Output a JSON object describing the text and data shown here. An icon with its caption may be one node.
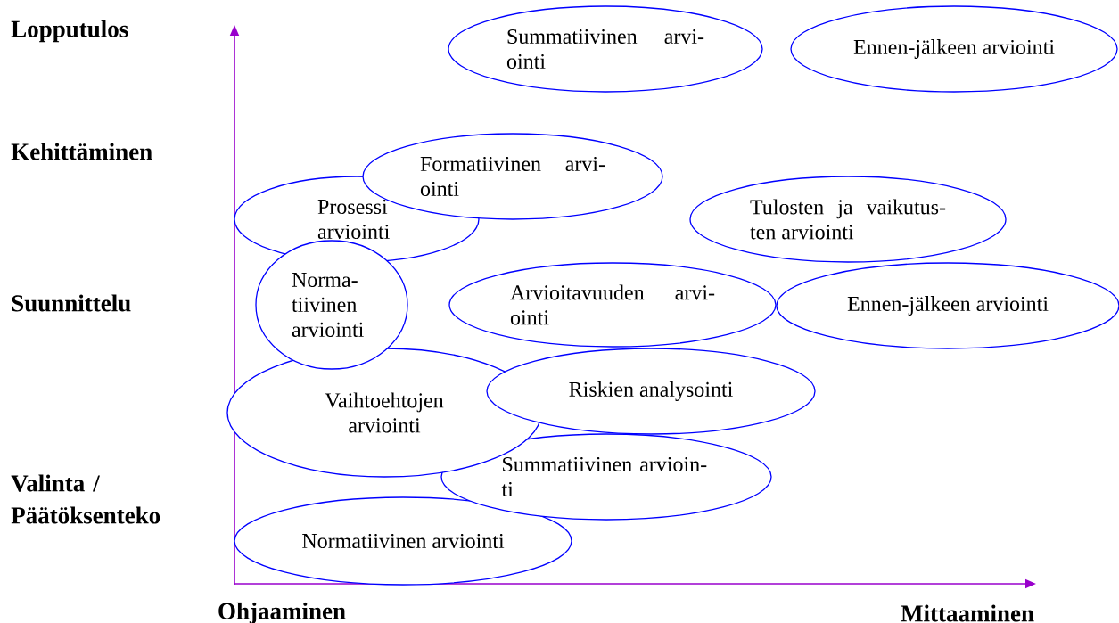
{
  "diagram": {
    "nodes": [
      {
        "text": [
          "Summatiivinen arvi- ointi"
        ]
      },
      {
        "text": [
          "Ennen-jälkeen arviointi"
        ]
      },
      {
        "text": [
          "Formatiivinen arvi- ointi"
        ]
      },
      {
        "text": [
          "Prosessi arviointi"
        ]
      },
      {
        "text": [
          "Tulosten ja vaikutus- ten arviointi"
        ]
      },
      {
        "text": [
          "Norma- tiivinen arviointi"
        ]
      },
      {
        "text": [
          "Arvioitavuuden arvi- ointi"
        ]
      },
      {
        "text": [
          "Ennen-jälkeen arviointi"
        ]
      },
      {
        "text": [
          "Vaihtoehtojen arviointi"
        ]
      },
      {
        "text": [
          "Riskien analysointi"
        ]
      },
      {
        "text": [
          "Summatiivinen arvioin- ti"
        ]
      },
      {
        "text": [
          "Normatiivinen arviointi"
        ]
      }
    ],
    "labels": [
      "Lopputulos",
      "Kehittäminen",
      "Suunnittelu",
      "Valinta / Päätöksenteko",
      "Ohjaaminen",
      "Mittaaminen"
    ]
  }
}
